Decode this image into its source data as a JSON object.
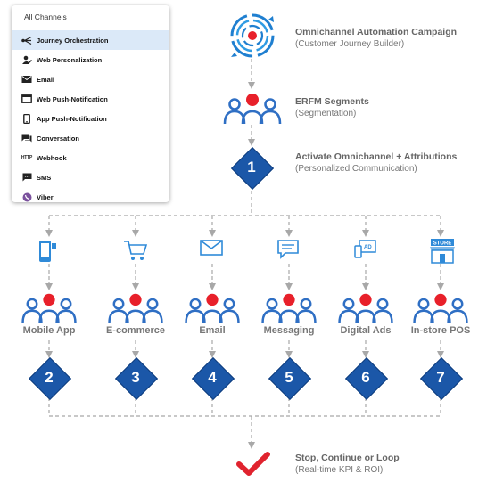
{
  "panel": {
    "title": "All Channels",
    "items": [
      {
        "label": "Journey Orchestration",
        "icon": "journey-icon",
        "active": true
      },
      {
        "label": "Web Personalization",
        "icon": "person-edit-icon",
        "active": false
      },
      {
        "label": "Email",
        "icon": "email-icon",
        "active": false
      },
      {
        "label": "Web Push-Notification",
        "icon": "web-push-icon",
        "active": false
      },
      {
        "label": "App Push-Notification",
        "icon": "mobile-icon",
        "active": false
      },
      {
        "label": "Conversation",
        "icon": "chat-icon",
        "active": false
      },
      {
        "label": "Webhook",
        "icon": "http-icon",
        "active": false
      },
      {
        "label": "SMS",
        "icon": "sms-icon",
        "active": false
      },
      {
        "label": "Viber",
        "icon": "viber-icon",
        "active": false
      }
    ],
    "http_text": "HTTP"
  },
  "steps": {
    "campaign": {
      "title": "Omnichannel Automation Campaign",
      "subtitle": "(Customer Journey Builder)"
    },
    "segments": {
      "title": "ERFM Segments",
      "subtitle": "(Segmentation)"
    },
    "activate": {
      "number": "1",
      "title": "Activate Omnichannel + Attributions",
      "subtitle": "(Personalized Communication)"
    },
    "stop": {
      "title": "Stop, Continue or Loop",
      "subtitle": "(Real-time KPI & ROI)"
    }
  },
  "channels": [
    {
      "label": "Mobile App",
      "number": "2",
      "icon": "mobile-app-icon"
    },
    {
      "label": "E-commerce",
      "number": "3",
      "icon": "cart-icon"
    },
    {
      "label": "Email",
      "number": "4",
      "icon": "envelope-icon"
    },
    {
      "label": "Messaging",
      "number": "5",
      "icon": "message-bubble-icon"
    },
    {
      "label": "Digital Ads",
      "number": "6",
      "icon": "digital-ads-icon"
    },
    {
      "label": "In-store POS",
      "number": "7",
      "icon": "store-icon"
    }
  ],
  "store_text": "STORE",
  "ad_text": "AD",
  "colors": {
    "blue": "#1b57a8",
    "people_blue": "#2f6fc4",
    "red_dot": "#e8202a",
    "line": "#a8a8a8",
    "check": "#e0232e",
    "active_bg": "#dbe9f8"
  }
}
